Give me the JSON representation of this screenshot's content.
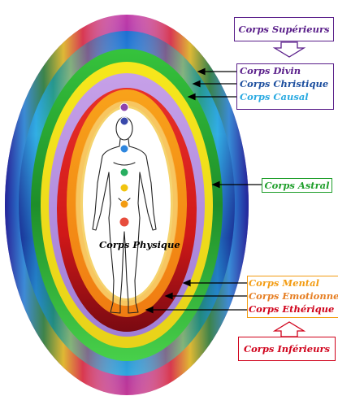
{
  "labels": {
    "superieurs": "Corps Supérieurs",
    "divin": "Corps Divin",
    "christique": "Corps Christique",
    "causal": "Corps Causal",
    "astral": "Corps Astral",
    "physique": "Corps Physique",
    "mental": "Corps Mental",
    "emotionnel": "Corps Emotionnel",
    "etherique": "Corps Ethérique",
    "inferieurs": "Corps Inférieurs"
  },
  "colors": {
    "superieurs": "#5a1f8a",
    "divin": "#5a1f8a",
    "christique": "#1c4e9e",
    "causal": "#27a9e1",
    "astral": "#1e9e2a",
    "mental": "#f39c12",
    "emotionnel": "#e67e22",
    "etherique": "#d0021b",
    "inferieurs": "#d0021b"
  },
  "chakras": [
    "violet",
    "indigo",
    "blue",
    "green",
    "yellow",
    "orange",
    "red"
  ],
  "chakra_colors": [
    "#8e44ad",
    "#3949ab",
    "#2e86de",
    "#27ae60",
    "#f1c40f",
    "#f39c12",
    "#e74c3c"
  ]
}
